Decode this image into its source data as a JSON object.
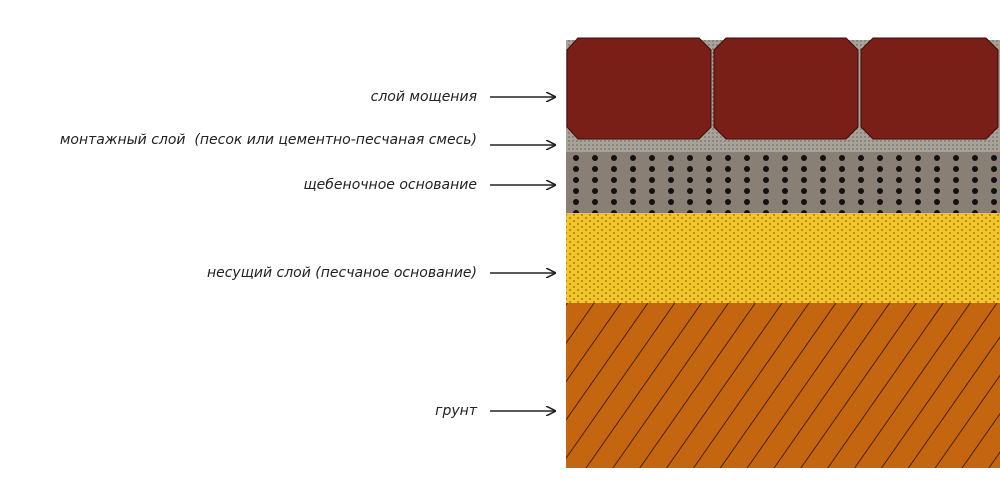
{
  "layers": [
    {
      "id": "paving",
      "label": "слой мощения",
      "color": "#7a1f17"
    },
    {
      "id": "mounting",
      "label": "монтажный слой  (песок или цементно-песчаная смесь)",
      "color": "#a8a39a"
    },
    {
      "id": "gravel",
      "label": "щебеночное основание",
      "color": "#8a7f74"
    },
    {
      "id": "sand",
      "label": "несущий слой (песчаное основание)",
      "color": "#f2c62a"
    },
    {
      "id": "soil",
      "label": "грунт",
      "color": "#c4650f"
    }
  ],
  "colors": {
    "arrow": "#222222",
    "tile_edge": "#3e0c08",
    "gravel_dot": "#111111",
    "sand_dot": "#8a6a10",
    "soil_hatch": "#4a2200"
  }
}
